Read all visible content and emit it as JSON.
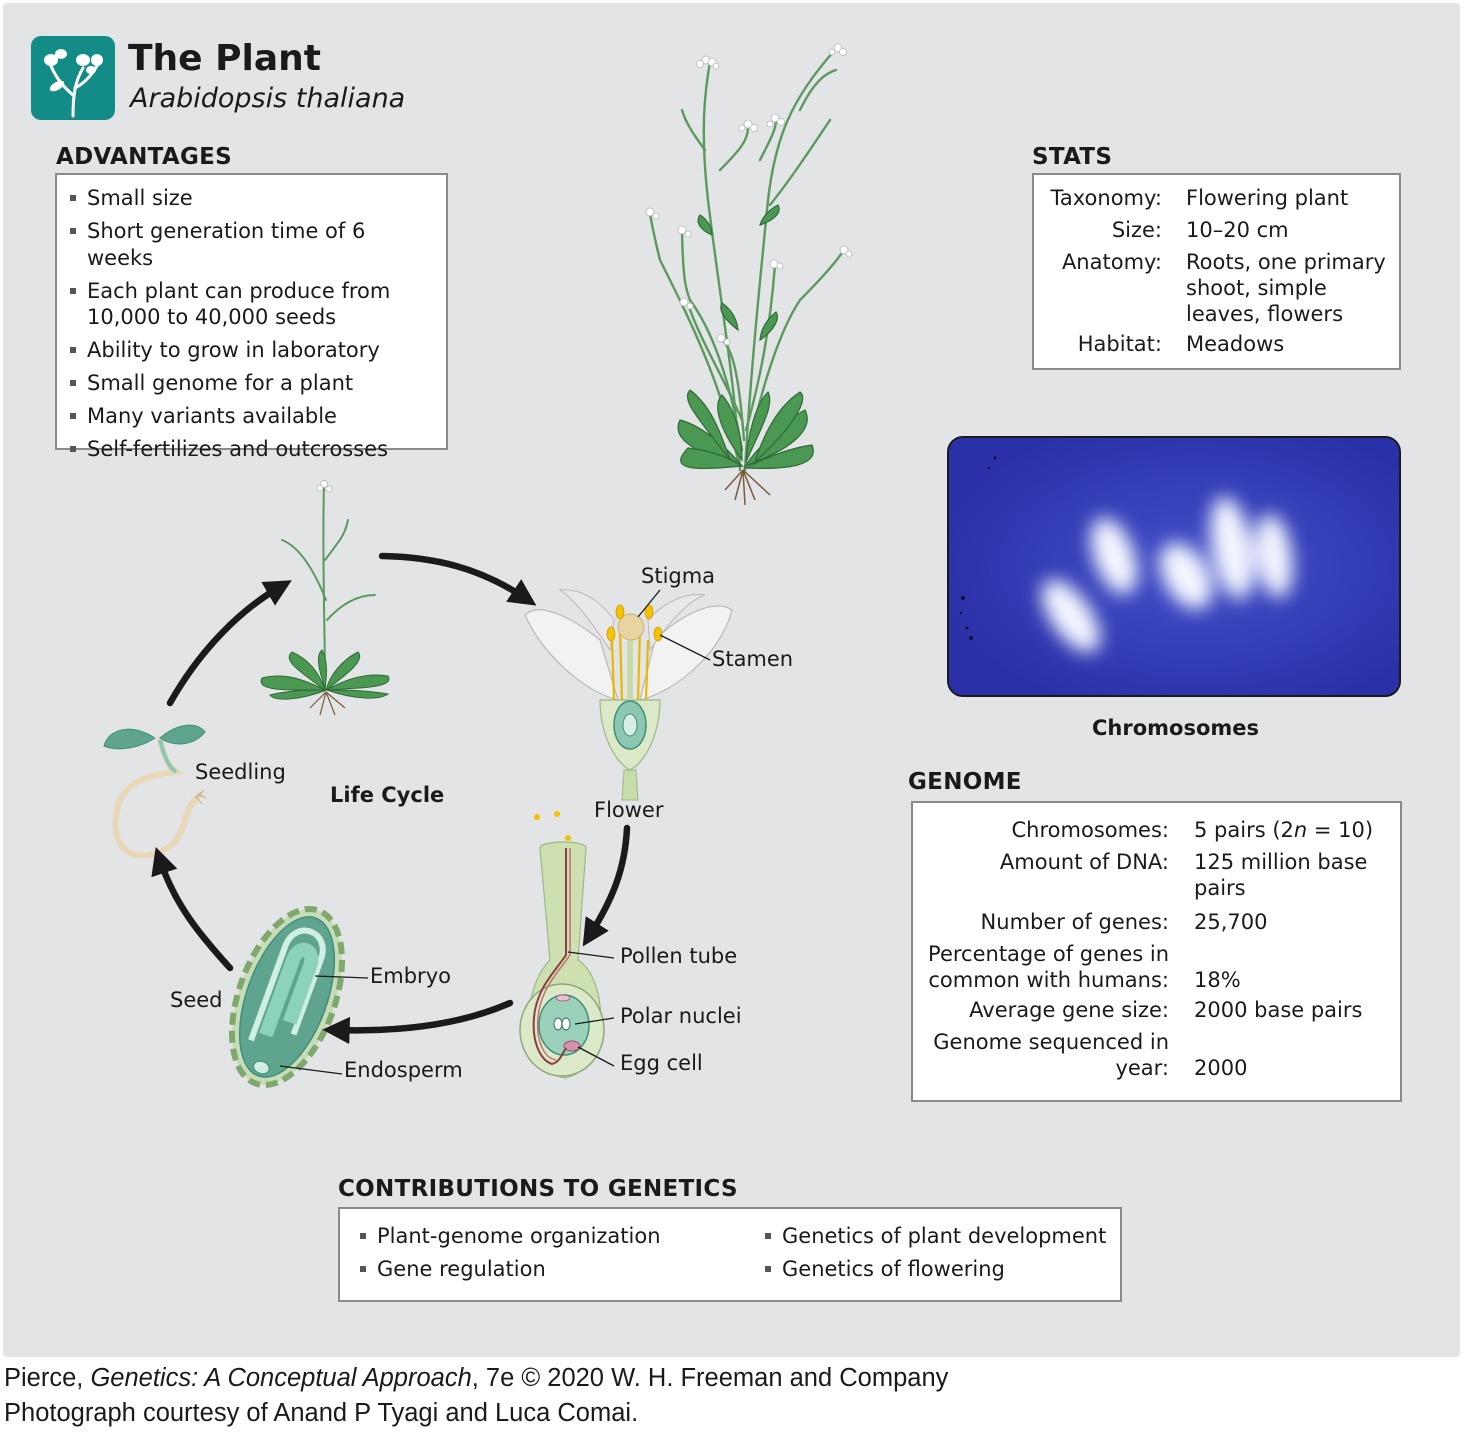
{
  "header": {
    "title": "The Plant",
    "subtitle": "Arabidopsis thaliana",
    "logo_icon": "plant-sprig-icon",
    "logo_color": "#138b86"
  },
  "advantages": {
    "heading": "ADVANTAGES",
    "items": [
      "Small size",
      "Short generation time of 6 weeks",
      "Each plant can produce from 10,000 to 40,000 seeds",
      "Ability to grow in laboratory",
      "Small genome for a plant",
      "Many variants available",
      "Self-fertilizes and outcrosses"
    ]
  },
  "stats": {
    "heading": "STATS",
    "rows": [
      {
        "key": "Taxonomy:",
        "value": "Flowering plant"
      },
      {
        "key": "Size:",
        "value": "10–20 cm"
      },
      {
        "key": "Anatomy:",
        "value": "Roots, one primary shoot, simple leaves, flowers"
      },
      {
        "key": "Habitat:",
        "value": "Meadows"
      }
    ]
  },
  "chromosomes_image": {
    "caption": "Chromosomes",
    "background": "#2c33b0"
  },
  "genome": {
    "heading": "GENOME",
    "rows": [
      {
        "key": "Chromosomes:",
        "value_pre": "5 pairs (2",
        "value_italic": "n",
        "value_post": " = 10)"
      },
      {
        "key": "Amount of DNA:",
        "value": "125 million base pairs"
      },
      {
        "key": "Number of genes:",
        "value": "25,700"
      },
      {
        "key": "Percentage of genes in common with humans:",
        "value": "18%"
      },
      {
        "key": "Average gene size:",
        "value": "2000 base pairs"
      },
      {
        "key": "Genome sequenced in year:",
        "value": "2000"
      }
    ]
  },
  "life_cycle": {
    "title": "Life Cycle",
    "labels": {
      "stigma": "Stigma",
      "stamen": "Stamen",
      "flower": "Flower",
      "seedling": "Seedling",
      "pollen_tube": "Pollen tube",
      "polar_nuclei": "Polar nuclei",
      "egg_cell": "Egg cell",
      "seed": "Seed",
      "embryo": "Embryo",
      "endosperm": "Endosperm"
    }
  },
  "contributions": {
    "heading": "CONTRIBUTIONS TO GENETICS",
    "items": [
      "Plant-genome organization",
      "Gene regulation",
      "Genetics of plant development",
      "Genetics of flowering"
    ]
  },
  "footer": {
    "line1_pre": "Pierce, ",
    "line1_italic": "Genetics: A Conceptual Approach",
    "line1_post": ", 7e © 2020 W. H. Freeman and Company",
    "line2": "Photograph courtesy of Anand P Tyagi and Luca Comai."
  },
  "colors": {
    "panel": "#e3e4e6",
    "leaf_green": "#3f9a4a",
    "seed_teal": "#3e8f7a",
    "arrow": "#1a1a1a"
  }
}
